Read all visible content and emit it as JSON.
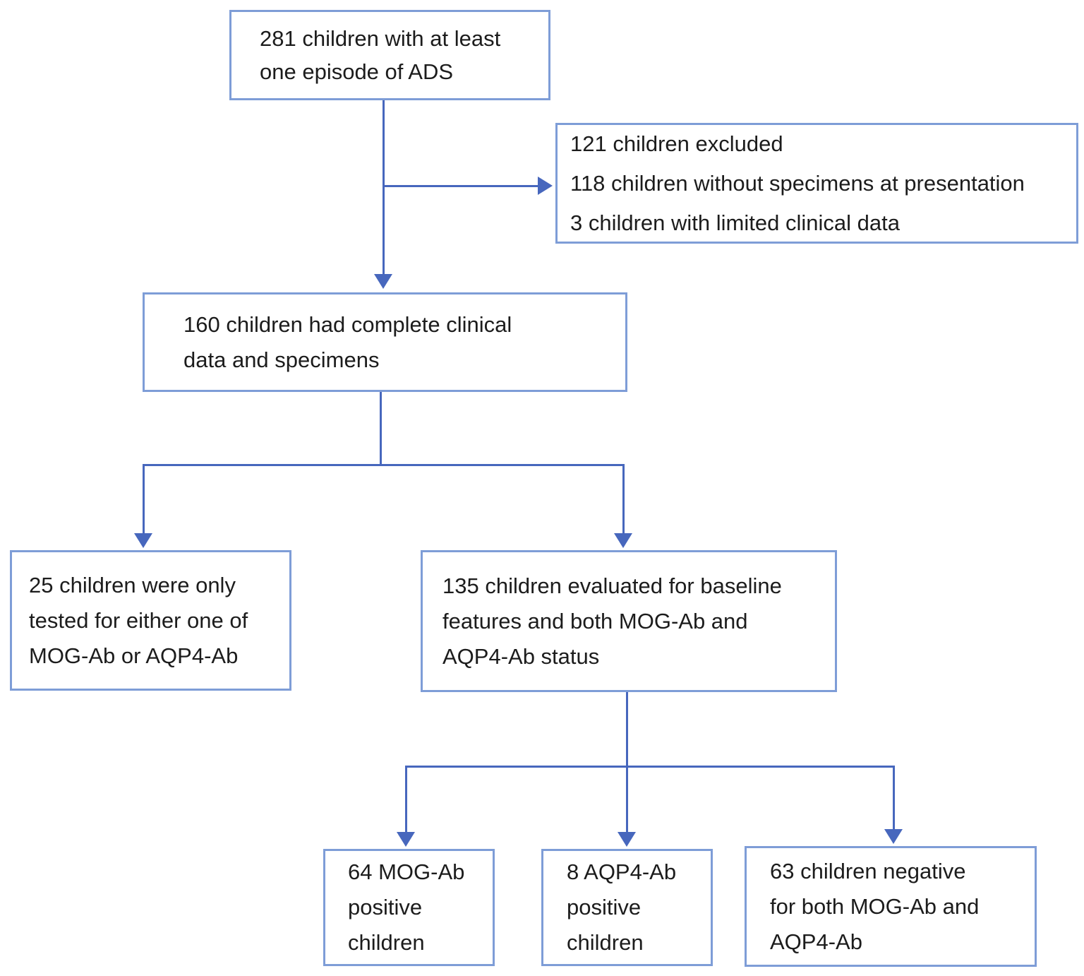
{
  "colors": {
    "box_border": "#7E9DD7",
    "connector": "#4767BD",
    "text": "#1c1c1c",
    "background": "#ffffff"
  },
  "nodes": {
    "ads": {
      "lines": [
        "281 children with at least",
        "one episode of ADS"
      ]
    },
    "excluded": {
      "lines": [
        "121 children excluded",
        "118 children without specimens at presentation",
        "3 children with limited clinical data"
      ]
    },
    "complete": {
      "lines": [
        "160 children had complete clinical",
        "data and specimens"
      ]
    },
    "one_test": {
      "lines": [
        "25 children were only",
        "tested for either one of",
        "MOG-Ab or AQP4-Ab"
      ]
    },
    "evaluated": {
      "lines": [
        "135 children evaluated for baseline",
        "features and both MOG-Ab and",
        "AQP4-Ab status"
      ]
    },
    "mog_positive": {
      "lines": [
        "64 MOG-Ab",
        "positive",
        "children"
      ]
    },
    "aqp4_positive": {
      "lines": [
        "8 AQP4-Ab",
        "positive",
        "children"
      ]
    },
    "double_negative": {
      "lines": [
        "63 children negative",
        "for both MOG-Ab and",
        "AQP4-Ab"
      ]
    }
  }
}
